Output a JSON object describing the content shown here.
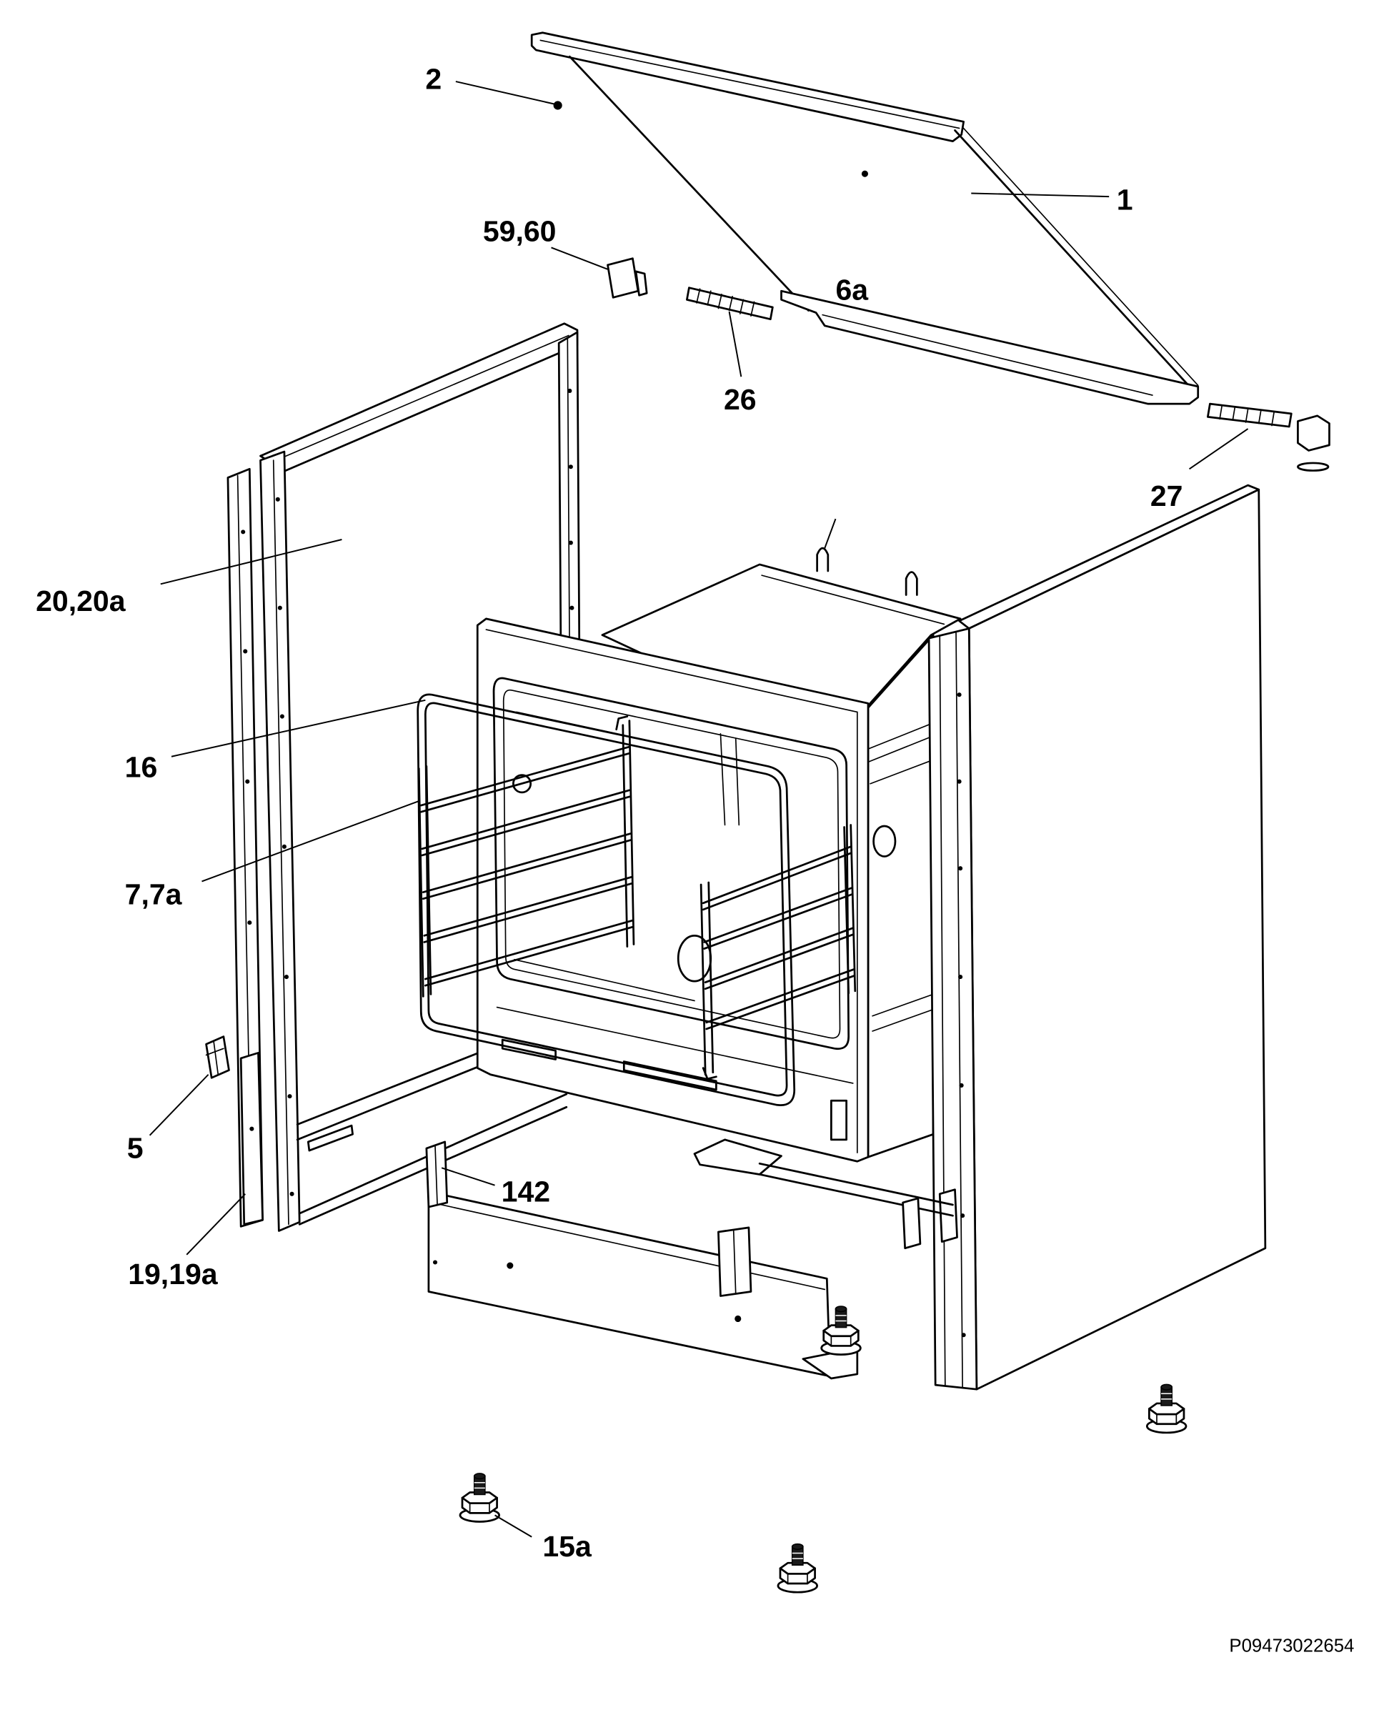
{
  "labels": {
    "part_1": "1",
    "part_2": "2",
    "part_5": "5",
    "part_6a": "6a",
    "part_7_7a": "7,7a",
    "part_15a": "15a",
    "part_16": "16",
    "part_19_19a": "19,19a",
    "part_20_20a": "20,20a",
    "part_26": "26",
    "part_27": "27",
    "part_59_60": "59,60",
    "part_142": "142"
  },
  "drawing_code": "P09473022654"
}
